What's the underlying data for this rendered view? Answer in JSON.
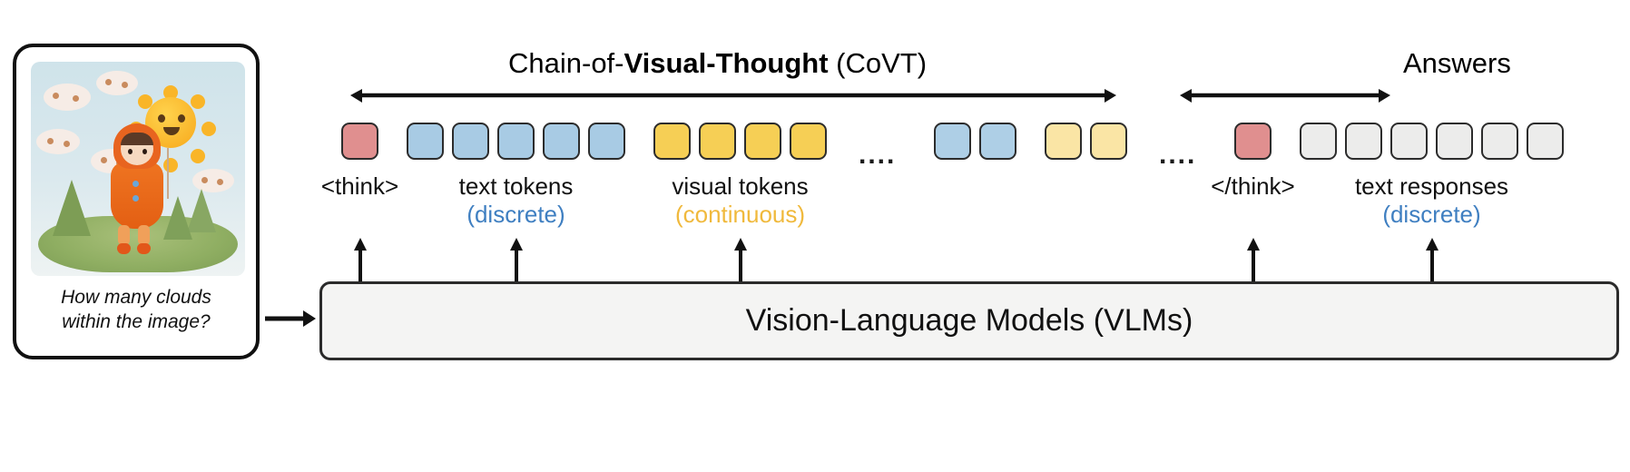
{
  "figure": {
    "left_card": {
      "image_alt": "3d-rendered felt diorama of a girl in orange hood holding a smiling sun balloon with five clouds and pine trees",
      "caption_line1": "How many clouds",
      "caption_line2": "within the image?"
    },
    "input_arrow_icon": "right-arrow-icon",
    "titles": {
      "covt_prefix": "Chain-of-",
      "covt_bold": "Visual-Thought",
      "covt_suffix": " (CoVT)",
      "answers": "Answers"
    },
    "span_arrows": {
      "covt": "double-headed-arrow-icon",
      "answers": "double-headed-arrow-icon"
    },
    "tokens": [
      {
        "kind": "pink",
        "group": "think-open"
      },
      {
        "kind": "blue",
        "group": "text-tokens"
      },
      {
        "kind": "blue",
        "group": "text-tokens"
      },
      {
        "kind": "blue",
        "group": "text-tokens"
      },
      {
        "kind": "blue",
        "group": "text-tokens"
      },
      {
        "kind": "blue",
        "group": "text-tokens"
      },
      {
        "kind": "yellow",
        "group": "visual-tokens"
      },
      {
        "kind": "yellow",
        "group": "visual-tokens"
      },
      {
        "kind": "yellow",
        "group": "visual-tokens"
      },
      {
        "kind": "yellow",
        "group": "visual-tokens"
      },
      {
        "kind": "ellipsis",
        "group": "ellipsis-1",
        "text": "...."
      },
      {
        "kind": "blue-fade",
        "group": "text-tokens-2"
      },
      {
        "kind": "blue-fade",
        "group": "text-tokens-2"
      },
      {
        "kind": "yellow-fade",
        "group": "visual-tokens-2"
      },
      {
        "kind": "yellow-fade",
        "group": "visual-tokens-2"
      },
      {
        "kind": "ellipsis",
        "group": "ellipsis-2",
        "text": "...."
      },
      {
        "kind": "pink",
        "group": "think-close"
      },
      {
        "kind": "gray",
        "group": "answers"
      },
      {
        "kind": "gray",
        "group": "answers"
      },
      {
        "kind": "gray",
        "group": "answers"
      },
      {
        "kind": "gray",
        "group": "answers"
      },
      {
        "kind": "gray",
        "group": "answers"
      },
      {
        "kind": "gray",
        "group": "answers"
      }
    ],
    "labels": [
      {
        "main": "<think>",
        "sub": "",
        "sub_color": "none"
      },
      {
        "main": "text tokens",
        "sub": "(discrete)",
        "sub_color": "blue"
      },
      {
        "main": "visual tokens",
        "sub": "(continuous)",
        "sub_color": "orange"
      },
      {
        "main": "</think>",
        "sub": "",
        "sub_color": "none"
      },
      {
        "main": "text responses",
        "sub": "(discrete)",
        "sub_color": "blue"
      }
    ],
    "up_arrows_count": 5,
    "model_box": {
      "label": "Vision-Language Models (VLMs)"
    },
    "colors": {
      "pink": "#e08f8f",
      "blue": "#a8cbe4",
      "blue_fade": "#aecfe6",
      "yellow": "#f6cf55",
      "yellow_fade": "#fae5a5",
      "gray": "#ececeb",
      "discrete_text": "#3f7fc1",
      "continuous_text": "#f0b93c",
      "stroke": "#2c2c2c",
      "box_fill": "#f4f4f3"
    }
  }
}
